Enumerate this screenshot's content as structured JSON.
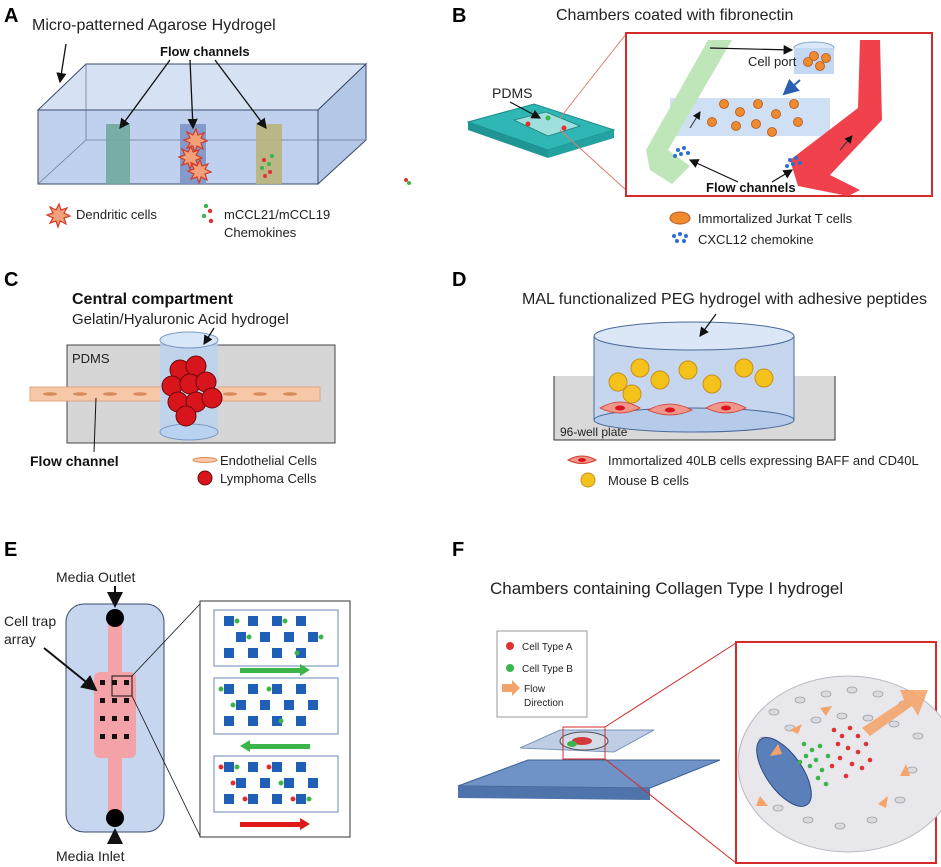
{
  "panelA": {
    "letter": "A",
    "title": "Micro-patterned Agarose Hydrogel",
    "flow_label": "Flow channels",
    "legend_dendritic": "Dendritic cells",
    "legend_chem_1": "mCCL21/mCCL19",
    "legend_chem_2": "Chemokines"
  },
  "panelB": {
    "letter": "B",
    "title": "Chambers coated with fibronectin",
    "pdms": "PDMS",
    "cell_port": "Cell port",
    "flow_label": "Flow channels",
    "legend_jurkat": "Immortalized Jurkat T cells",
    "legend_cxcl12": "CXCL12 chemokine"
  },
  "panelC": {
    "letter": "C",
    "central": "Central compartment",
    "hydrogel": "Gelatin/Hyaluronic Acid hydrogel",
    "pdms": "PDMS",
    "flow_label": "Flow channel",
    "legend_endo": "Endothelial Cells",
    "legend_lymph": "Lymphoma Cells"
  },
  "panelD": {
    "letter": "D",
    "title": "MAL functionalized PEG hydrogel with adhesive peptides",
    "plate": "96-well plate",
    "legend_40lb": "Immortalized 40LB cells expressing  BAFF and CD40L",
    "legend_bcell": "Mouse B cells"
  },
  "panelE": {
    "letter": "E",
    "outlet": "Media Outlet",
    "inlet": "Media Inlet",
    "trap_1": "Cell trap",
    "trap_2": "array"
  },
  "panelF": {
    "letter": "F",
    "title": "Chambers containing Collagen Type I hydrogel",
    "legend_a": "Cell Type A",
    "legend_b": "Cell Type B",
    "legend_flow_1": "Flow",
    "legend_flow_2": "Direction"
  },
  "colors": {
    "gel_blue": "#c5d6ee",
    "red": "#e03030",
    "green": "#3bb54a",
    "orange": "#f08a2e",
    "teal": "#2fb7b5",
    "yellow": "#f2c21b"
  }
}
